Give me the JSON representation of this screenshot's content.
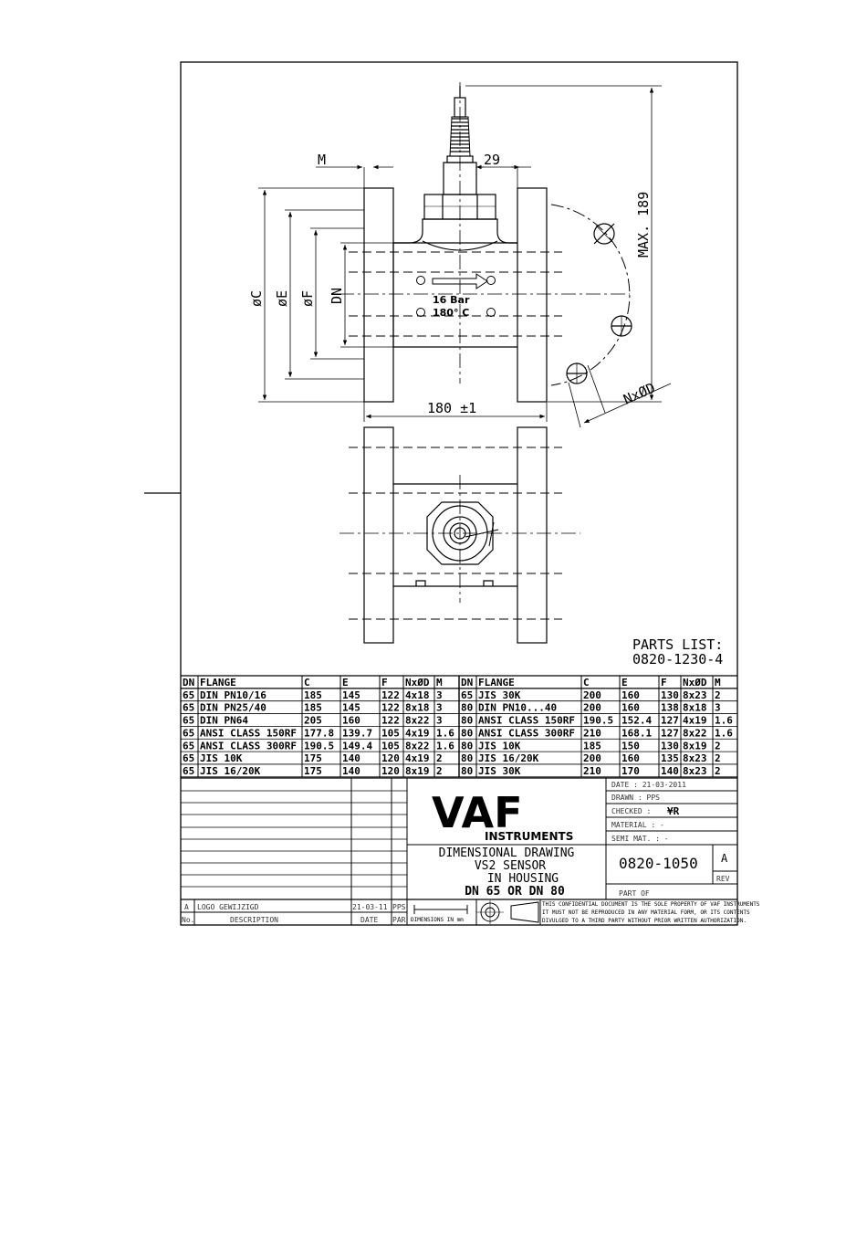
{
  "drawing": {
    "dimensions": {
      "m": "M",
      "d29": "29",
      "max189": "MAX. 189",
      "phi_c": "øC",
      "phi_e": "øE",
      "phi_f": "øF",
      "dn": "DN",
      "length": "180 ±1",
      "nxd": "NxØD"
    },
    "rating": {
      "pressure": "16 Bar",
      "temperature": "180° C"
    },
    "parts_list": {
      "label": "PARTS LIST:",
      "number": "0820-1230-4"
    }
  },
  "flange_table": {
    "headers": [
      "DN",
      "FLANGE",
      "C",
      "E",
      "F",
      "NxØD",
      "M",
      "DN",
      "FLANGE",
      "C",
      "E",
      "F",
      "NxØD",
      "M"
    ],
    "rows": [
      [
        "65",
        "DIN PN10/16",
        "185",
        "145",
        "122",
        "4x18",
        "3",
        "65",
        "JIS 30K",
        "200",
        "160",
        "130",
        "8x23",
        "2"
      ],
      [
        "65",
        "DIN PN25/40",
        "185",
        "145",
        "122",
        "8x18",
        "3",
        "80",
        "DIN PN10...40",
        "200",
        "160",
        "138",
        "8x18",
        "3"
      ],
      [
        "65",
        "DIN PN64",
        "205",
        "160",
        "122",
        "8x22",
        "3",
        "80",
        "ANSI CLASS 150RF",
        "190.5",
        "152.4",
        "127",
        "4x19",
        "1.6"
      ],
      [
        "65",
        "ANSI CLASS 150RF",
        "177.8",
        "139.7",
        "105",
        "4x19",
        "1.6",
        "80",
        "ANSI CLASS 300RF",
        "210",
        "168.1",
        "127",
        "8x22",
        "1.6"
      ],
      [
        "65",
        "ANSI CLASS 300RF",
        "190.5",
        "149.4",
        "105",
        "8x22",
        "1.6",
        "80",
        "JIS 10K",
        "185",
        "150",
        "130",
        "8x19",
        "2"
      ],
      [
        "65",
        "JIS 10K",
        "175",
        "140",
        "120",
        "4x19",
        "2",
        "80",
        "JIS 16/20K",
        "200",
        "160",
        "135",
        "8x23",
        "2"
      ],
      [
        "65",
        "JIS 16/20K",
        "175",
        "140",
        "120",
        "8x19",
        "2",
        "80",
        "JIS 30K",
        "210",
        "170",
        "140",
        "8x23",
        "2"
      ]
    ]
  },
  "title_block": {
    "logo": "VAF",
    "logo_sub": "INSTRUMENTS",
    "date": "DATE       : 21-03-2011",
    "drawn": "DRAWN      : PPS",
    "checked": "CHECKED  :",
    "checked_sig": "¥R",
    "material": "MATERIAL  : -",
    "semi_mat": "SEMI MAT. : -",
    "title_lines": [
      "DIMENSIONAL DRAWING",
      "VS2 SENSOR",
      "IN HOUSING",
      "DN 65 OR DN 80"
    ],
    "drawing_number": "0820-1050",
    "rev_value": "A",
    "rev_label": "REV",
    "part_of": "PART OF",
    "dimensions_in": "DIMENSIONS IN mm",
    "revision": {
      "no": "A",
      "description": "LOGO GEWIJZIGD",
      "date": "21-03-11",
      "par": "PPS"
    },
    "rev_headers": {
      "no": "No.",
      "description": "DESCRIPTION",
      "date": "DATE",
      "par": "PAR"
    },
    "confidential": [
      "THIS CONFIDENTIAL DOCUMENT IS THE SOLE PROPERTY OF VAF INSTRUMENTS",
      "IT MUST NOT BE REPRODUCED IN ANY MATERIAL FORM, OR ITS CONTENTS",
      "DIVULGED TO A THIRD PARTY WITHOUT PRIOR WRITTEN AUTHORIZATION."
    ]
  }
}
